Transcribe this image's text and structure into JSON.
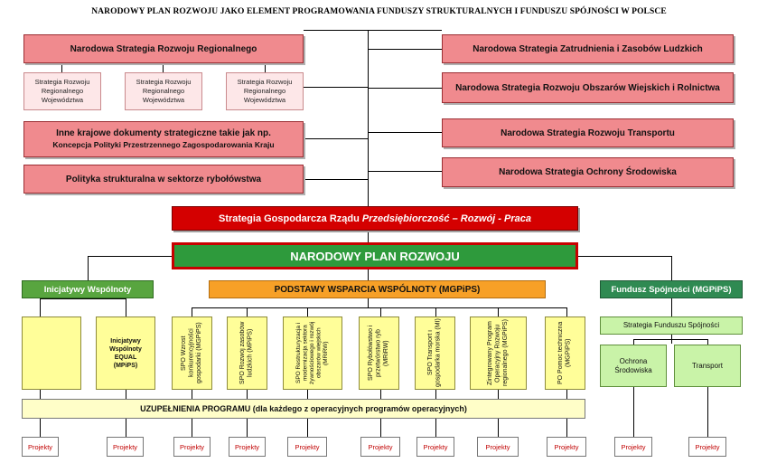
{
  "title": "NARODOWY PLAN ROZWOJU JAKO ELEMENT PROGRAMOWANIA FUNDUSZY STRUKTURALNYCH I FUNDUSZU SPÓJNOŚCI W POLSCE",
  "left_top": {
    "regional": "Narodowa Strategia Rozwoju Regionalnego",
    "voivodeship": [
      "Strategia Rozwoju Regionalnego Województwa",
      "Strategia Rozwoju Regionalnego Województwa",
      "Strategia Rozwoju Regionalnego Województwa"
    ],
    "other_docs_line1": "Inne krajowe dokumenty strategiczne takie jak np.",
    "other_docs_line2": "Koncepcja Polityki Przestrzennego Zagospodarowania Kraju",
    "fishery": "Polityka strukturalna w sektorze rybołówstwa"
  },
  "right_top": {
    "employment": "Narodowa Strategia Zatrudnienia i Zasobów Ludzkich",
    "rural": "Narodowa Strategia Rozwoju Obszarów Wiejskich i Rolnictwa",
    "transport": "Narodowa Strategia Rozwoju Transportu",
    "environment": "Narodowa Strategia Ochrony Środowiska"
  },
  "economic_strategy": {
    "plain": "Strategia Gospodarcza Rządu ",
    "italic": "Przedsiębiorczość – Rozwój - Praca"
  },
  "npr": "NARODOWY PLAN ROZWOJU",
  "community_initiatives": {
    "label": "Inicjatywy Wspólnoty",
    "equal_line1": "Inicjatywy",
    "equal_line2": "Wspólnoty",
    "equal_line3": "EQUAL",
    "equal_line4": "(MPiPS)"
  },
  "csf": {
    "label": "PODSTAWY WSPARCIA WSPÓLNOTY (MGPiPS)",
    "programs": [
      "SPO Wzrost konkurencyjności gospodarki (MGPiPS)",
      "SPO Rozwój zasobów ludzkich (MPiPS)",
      "SPO Restrukturyzacja i modernizacja sektora żywnościowego i rozwój obszarów wiejskich (MRiRW)",
      "SPO Rybołówstwo i przetwórstwo ryb (MRiRW)",
      "SPO Transport i gospodarka morska (MI)",
      "Zintegrowany Program Operacyjny Rozwoju regionalnego (MGPiPS)",
      "PO Pomoc techniczna (MGPiPS)"
    ]
  },
  "cohesion": {
    "label": "Fundusz Spójności (MGPiPS)",
    "strategy": "Strategia Funduszu Spójności",
    "environment": "Ochrona Środowiska",
    "transport": "Transport"
  },
  "complement": "UZUPEŁNIENIA PROGRAMU (dla każdego z operacyjnych programów operacyjnych)",
  "projects_label": "Projekty"
}
